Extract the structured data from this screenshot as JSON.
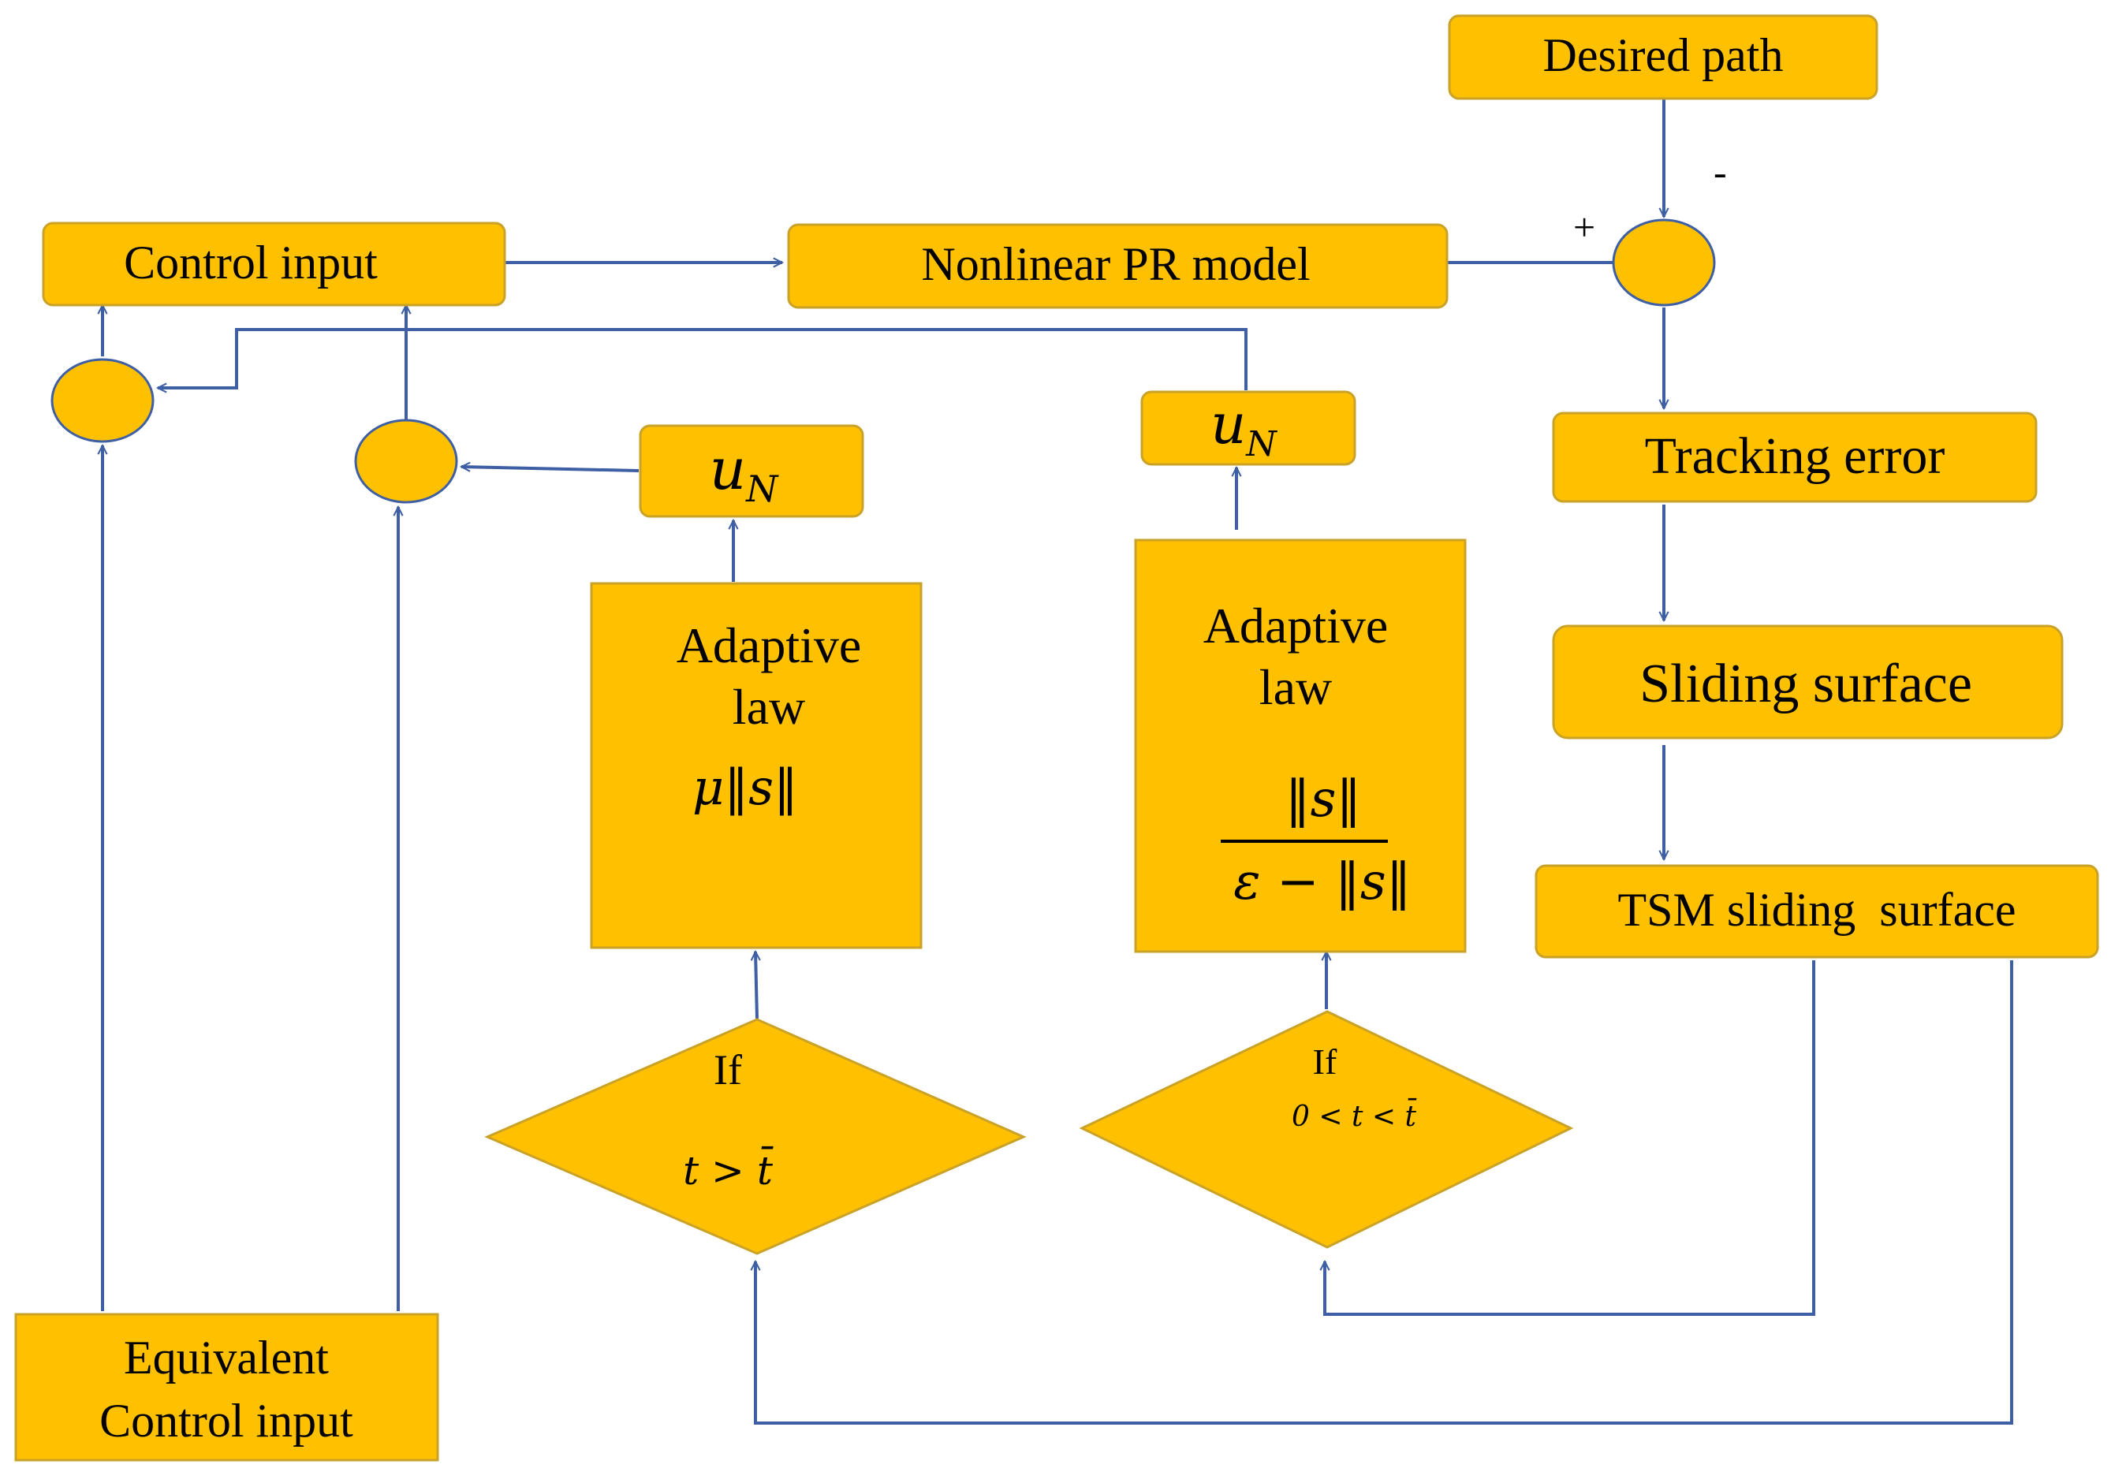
{
  "colors": {
    "block_fill": "#FFC000",
    "block_stroke": "#C9A227",
    "connector": "#3E5FA3",
    "text": "#000000"
  },
  "blocks": {
    "desired_path": "Desired path",
    "control_input": "Control input",
    "nonlinear_pr_model": "Nonlinear PR model",
    "tracking_error": "Tracking error",
    "sliding_surface": "Sliding surface",
    "tsm_sliding_surface": "TSM sliding  surface",
    "equivalent_control_input": {
      "line1": "Equivalent",
      "line2": "Control input"
    },
    "un_left": {
      "base": "u",
      "sub": "N"
    },
    "un_right": {
      "base": "u",
      "sub": "N"
    },
    "adaptive_law_left": {
      "line1": "Adaptive",
      "line2": "law",
      "formula": "μ‖s‖"
    },
    "adaptive_law_right": {
      "line1": "Adaptive",
      "line2": "law",
      "numerator": "‖s‖",
      "denominator": "ε − ‖s‖"
    },
    "decision_left": {
      "label": "If",
      "condition": "t > t̄"
    },
    "decision_right": {
      "label": "If",
      "condition": "0 < t < t̄"
    }
  },
  "summing_junction_signs": {
    "plus": "+",
    "minus": "-"
  }
}
